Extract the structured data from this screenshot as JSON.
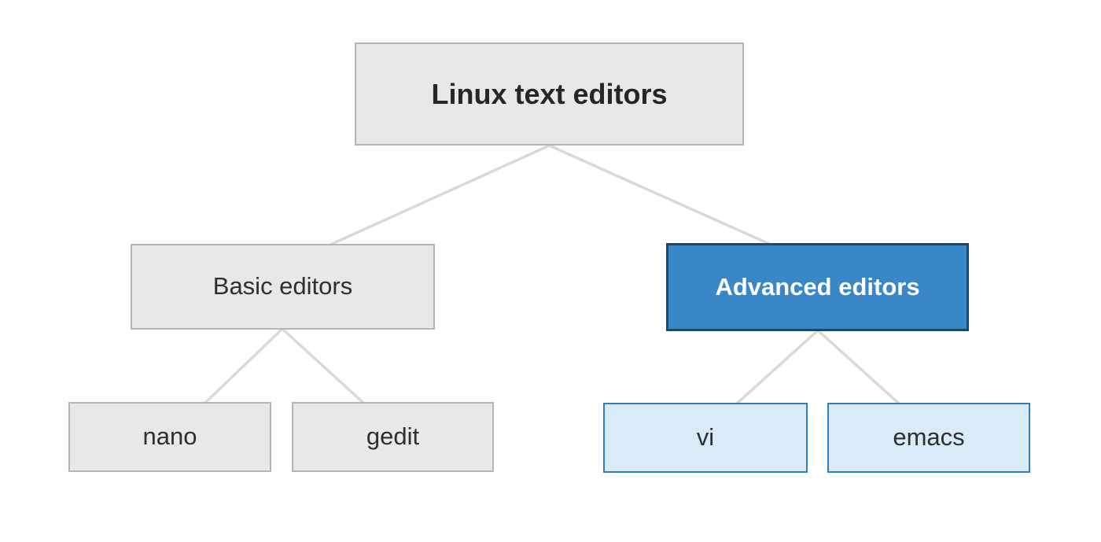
{
  "tree": {
    "root": {
      "label": "Linux text editors",
      "children": [
        {
          "label": "Basic editors",
          "children": [
            {
              "label": "nano"
            },
            {
              "label": "gedit"
            }
          ]
        },
        {
          "label": "Advanced editors",
          "children": [
            {
              "label": "vi"
            },
            {
              "label": "emacs"
            }
          ]
        }
      ]
    },
    "colors": {
      "background": "#ffffff",
      "node_fill_gray": "#e8e8e8",
      "node_border_gray": "#b5b5b5",
      "node_fill_blue": "#3a87c8",
      "node_border_blue_dark": "#1a4a6b",
      "node_fill_lightblue": "#daebf8",
      "node_border_lightblue": "#2e7fc2",
      "edge_color": "#d9d9d9",
      "text_dark": "#2e2e2e",
      "text_light": "#ffffff"
    }
  }
}
